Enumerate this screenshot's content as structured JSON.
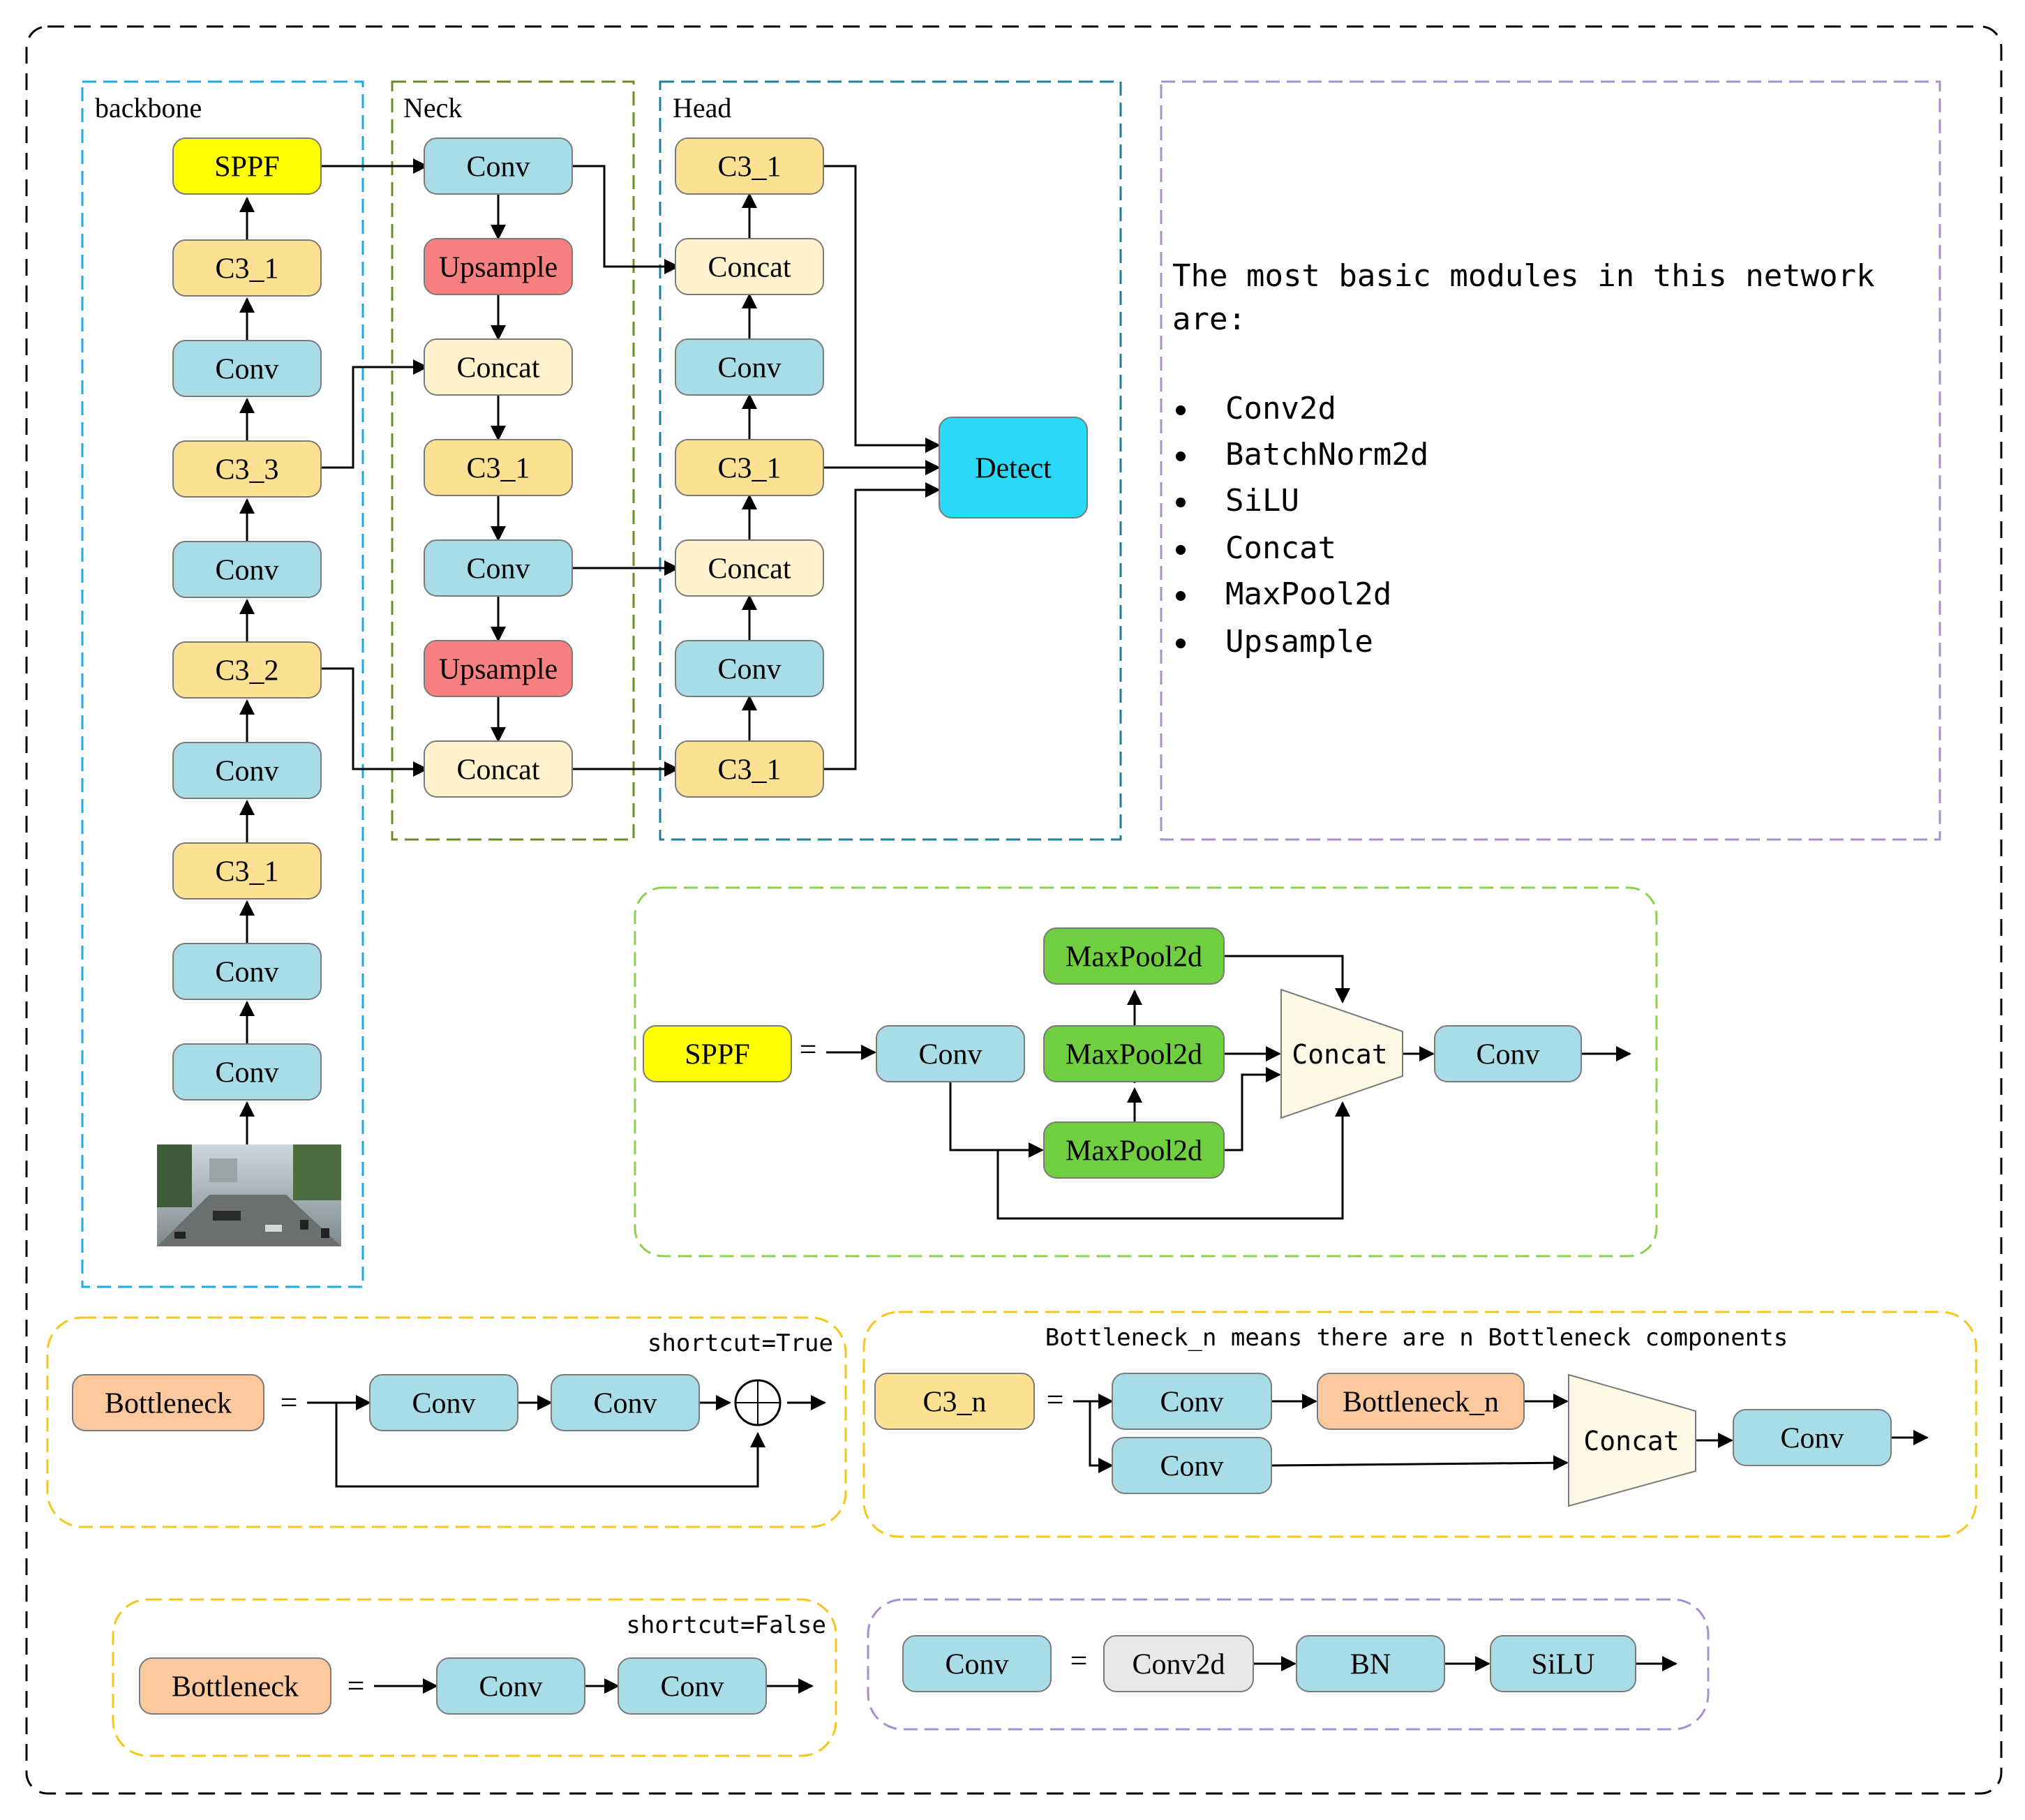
{
  "sections": {
    "backbone": "backbone",
    "neck": "Neck",
    "head": "Head"
  },
  "colors": {
    "conv": "#a8dde8",
    "c3": "#fde192",
    "concat": "#fff2cc",
    "upsample": "#f88080",
    "sppf": "#ffff00",
    "detect": "#2ad8f7",
    "maxpool": "#6fcf3f",
    "bottleneck": "#fcc89e",
    "conv2d": "#e8e8e8",
    "trapezoid": "#fef9e6"
  },
  "backbone": {
    "input_image": "traffic-street-image",
    "blocks": [
      "SPPF",
      "C3_1",
      "Conv",
      "C3_3",
      "Conv",
      "C3_2",
      "Conv",
      "C3_1",
      "Conv",
      "Conv"
    ]
  },
  "neck": {
    "blocks": [
      "Conv",
      "Upsample",
      "Concat",
      "C3_1",
      "Conv",
      "Upsample",
      "Concat"
    ]
  },
  "head": {
    "blocks": [
      "C3_1",
      "Concat",
      "Conv",
      "C3_1",
      "Concat",
      "Conv",
      "C3_1"
    ],
    "detect": "Detect"
  },
  "info": {
    "intro_line1": "The most basic modules in this network",
    "intro_line2": "are:",
    "modules": [
      "Conv2d",
      "BatchNorm2d",
      "SiLU",
      "Concat",
      "MaxPool2d",
      "Upsample"
    ]
  },
  "sppf": {
    "label": "SPPF",
    "equals": "=",
    "conv_in": "Conv",
    "maxpools": [
      "MaxPool2d",
      "MaxPool2d",
      "MaxPool2d"
    ],
    "concat": "Concat",
    "conv_out": "Conv"
  },
  "bottleneck_true": {
    "caption": "shortcut=True",
    "label": "Bottleneck",
    "equals": "=",
    "convs": [
      "Conv",
      "Conv"
    ]
  },
  "c3n": {
    "caption": "Bottleneck_n means there are n Bottleneck components",
    "label": "C3_n",
    "equals": "=",
    "conv_top": "Conv",
    "bottleneck": "Bottleneck_n",
    "conv_bottom": "Conv",
    "concat": "Concat",
    "conv_out": "Conv"
  },
  "bottleneck_false": {
    "caption": "shortcut=False",
    "label": "Bottleneck",
    "equals": "=",
    "convs": [
      "Conv",
      "Conv"
    ]
  },
  "conv_def": {
    "label": "Conv",
    "equals": "=",
    "parts": [
      "Conv2d",
      "BN",
      "SiLU"
    ]
  }
}
